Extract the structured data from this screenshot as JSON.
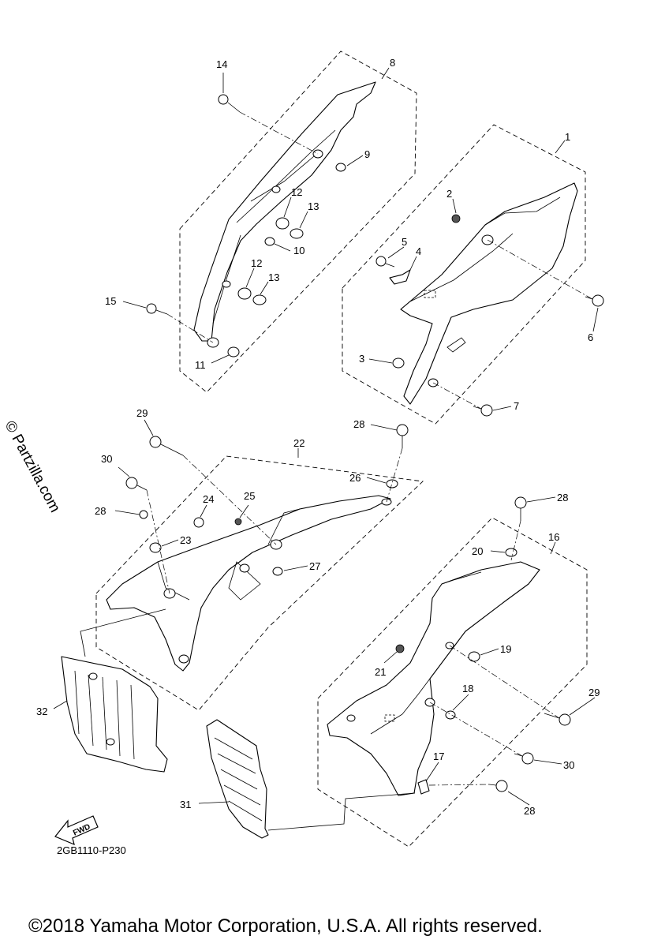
{
  "diagram": {
    "code": "2GB1110-P230",
    "watermark": "© Partzilla.com",
    "copyright": "©2018 Yamaha Motor Corporation, U.S.A. All rights reserved.",
    "fwd_label": "FWD"
  },
  "callouts": {
    "c1": "1",
    "c2": "2",
    "c3": "3",
    "c4": "4",
    "c5": "5",
    "c6": "6",
    "c7": "7",
    "c8": "8",
    "c9": "9",
    "c10": "10",
    "c11": "11",
    "c12a": "12",
    "c12b": "12",
    "c13a": "13",
    "c13b": "13",
    "c14": "14",
    "c15": "15",
    "c16": "16",
    "c17": "17",
    "c18": "18",
    "c19": "19",
    "c20": "20",
    "c21": "21",
    "c22": "22",
    "c23": "23",
    "c24": "24",
    "c25": "25",
    "c26": "26",
    "c27": "27",
    "c28a": "28",
    "c28b": "28",
    "c28c": "28",
    "c28d": "28",
    "c29a": "29",
    "c29b": "29",
    "c30a": "30",
    "c30b": "30",
    "c31": "31",
    "c32": "32"
  }
}
